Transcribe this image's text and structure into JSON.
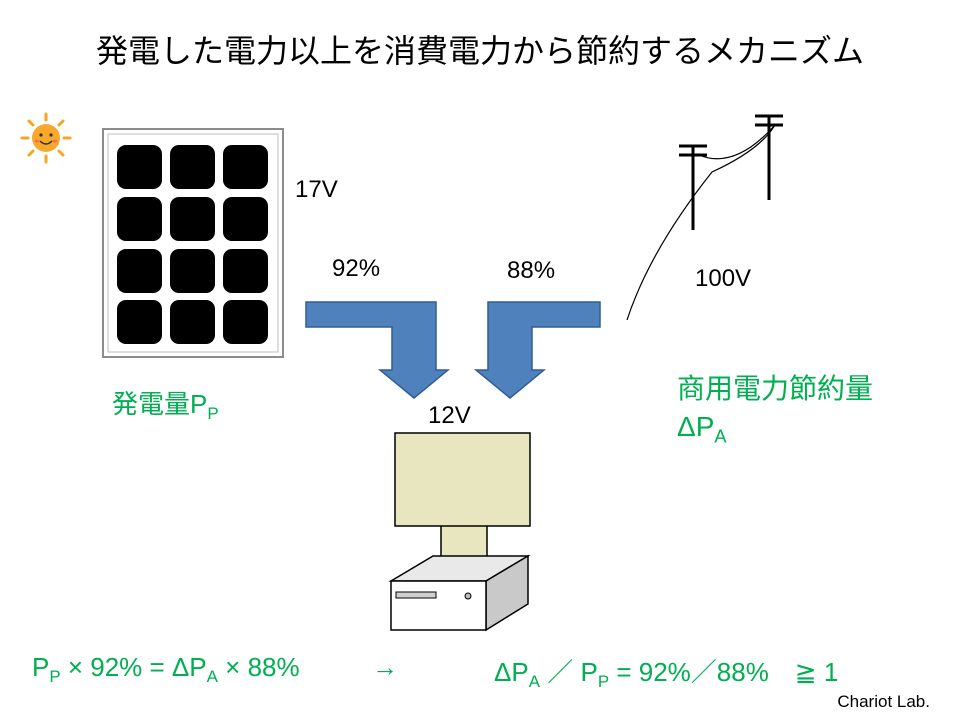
{
  "title": "発電した電力以上を消費電力から節約するメカニズム",
  "labels": {
    "panel_voltage": "17V",
    "solar_efficiency": "92%",
    "grid_efficiency": "88%",
    "grid_voltage": "100V",
    "pc_voltage": "12V"
  },
  "generation": {
    "text": "発電量P",
    "sub": "P"
  },
  "savings": {
    "line1": "商用電力節約量",
    "line2": "ΔP",
    "sub": "A"
  },
  "formula": {
    "p": "P",
    "p_sub": "P",
    "part1": "× 92% = ΔP",
    "a_sub": "A",
    "part2": "× 88%",
    "arrow": "→",
    "dp": "ΔP",
    "dp_sub": "A",
    "slash": "／ P",
    "p2_sub": "P",
    "part3": "= 92%／88%　≧ 1"
  },
  "credit": "Chariot Lab.",
  "colors": {
    "accent_green": "#00b050",
    "arrow_blue": "#4f81bd",
    "monitor_fill": "#e8e6bf",
    "sun": "#f5a623"
  }
}
